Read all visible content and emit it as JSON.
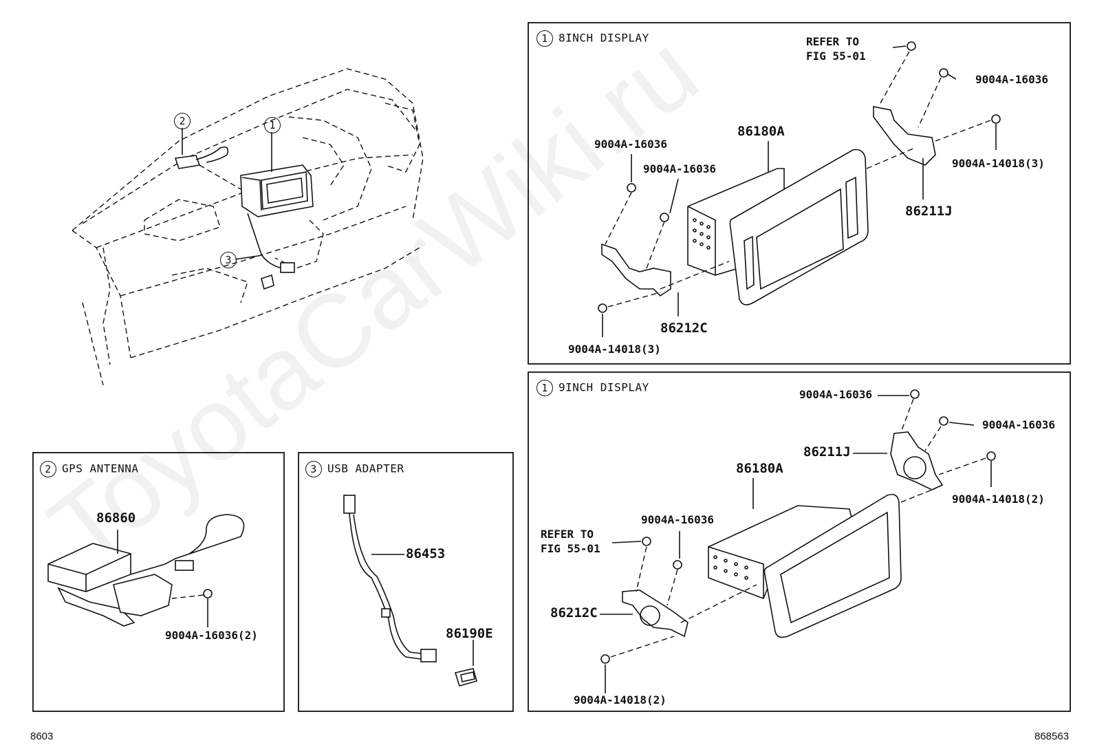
{
  "watermark": "ToyotaCarWiki.ru",
  "footer": {
    "left": "8603",
    "right": "868563"
  },
  "overview": {
    "callouts": [
      "2",
      "1",
      "3"
    ]
  },
  "panels": {
    "display8": {
      "circle": "1",
      "title": "8INCH DISPLAY",
      "refer": "REFER TO\nFIG 55-01",
      "parts": {
        "screw_top_right": "9004A-16036",
        "display": "86180A",
        "screw_left_a": "9004A-16036",
        "screw_left_b": "9004A-16036",
        "screw_right": "9004A-14018(3)",
        "bracket_right": "86211J",
        "bracket_left": "86212C",
        "screw_bottom": "9004A-14018(3)"
      }
    },
    "display9": {
      "circle": "1",
      "title": "9INCH DISPLAY",
      "refer": "REFER TO\nFIG 55-01",
      "parts": {
        "screw_top": "9004A-16036",
        "screw_right_top": "9004A-16036",
        "bracket_right": "86211J",
        "screw_right": "9004A-14018(2)",
        "display": "86180A",
        "screw_mid": "9004A-16036",
        "bracket_left": "86212C",
        "screw_bottom": "9004A-14018(2)"
      }
    },
    "gps": {
      "circle": "2",
      "title": "GPS ANTENNA",
      "parts": {
        "antenna": "86860",
        "screw": "9004A-16036(2)"
      }
    },
    "usb": {
      "circle": "3",
      "title": "USB ADAPTER",
      "parts": {
        "harness": "86453",
        "adapter": "86190E"
      }
    }
  }
}
